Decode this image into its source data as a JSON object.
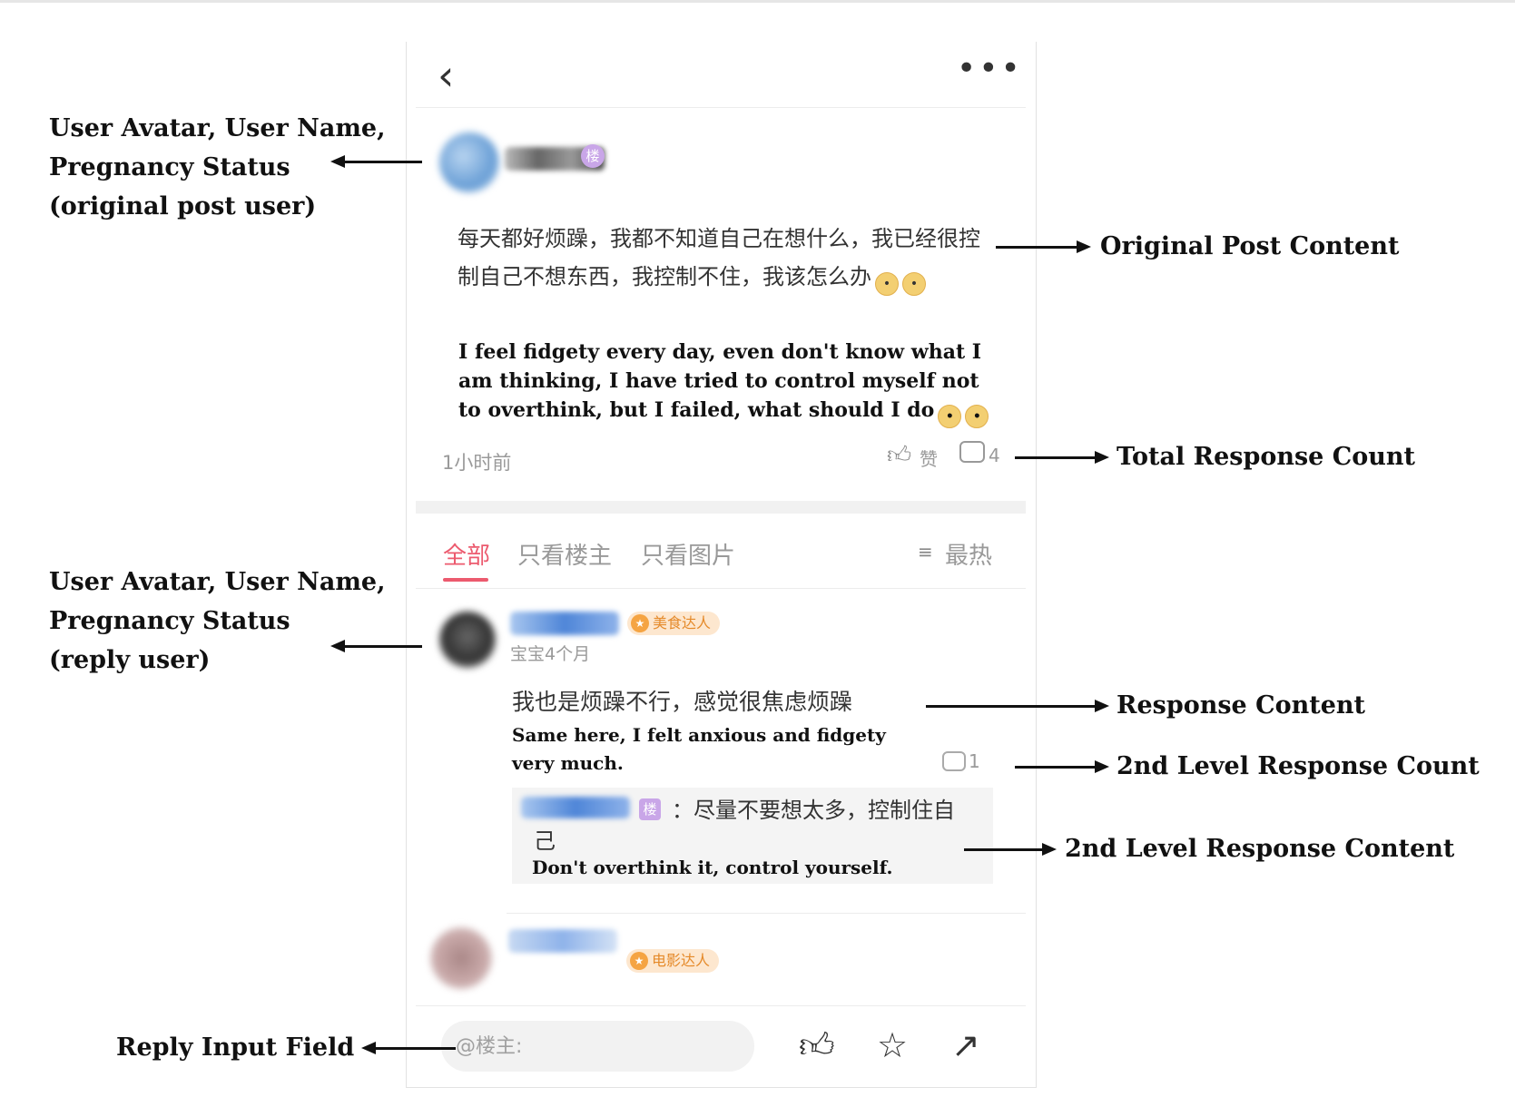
{
  "post": {
    "content_cn": "每天都好烦躁，我都不知道自己在想什么，我已经很控制自己不想东西，我控制不住，我该怎么办",
    "content_en": "I feel fidgety every day, even don't know what I am thinking, I have tried to control myself not to overthink, but I failed, what should I do",
    "op_badge": "楼",
    "time": "1小时前",
    "like_label": "赞",
    "comment_count": "4"
  },
  "tabs": [
    {
      "label": "全部",
      "active": true
    },
    {
      "label": "只看楼主",
      "active": false
    },
    {
      "label": "只看图片",
      "active": false
    }
  ],
  "sort_label": "最热",
  "reply": {
    "badge": "美食达人",
    "pregnancy_status": "宝宝4个月",
    "content_cn": "我也是烦躁不行，感觉很焦虑烦躁",
    "content_en": "Same here,  I felt anxious and fidgety very much.",
    "sub_count": "1",
    "sub_reply": {
      "badge": "楼",
      "content_cn": "：尽量不要想太多，控制住自己",
      "content_en": "Don't overthink it, control yourself."
    }
  },
  "reply2": {
    "badge": "电影达人"
  },
  "input": {
    "placeholder": "@楼主:"
  },
  "annotations": {
    "op_user": "User Avatar, User Name,\nPregnancy Status\n(original post user)",
    "original_post": "Original Post Content",
    "total_count": "Total Response Count",
    "reply_user": "User Avatar, User Name,\nPregnancy Status\n(reply user)",
    "response_content": "Response Content",
    "second_count": "2nd Level Response Count",
    "second_content": "2nd Level Response Content",
    "input_field": "Reply Input Field"
  },
  "colors": {
    "accent": "#ec5a6e",
    "badge_orange": "#e58a2a",
    "badge_purple": "#c9a6e8"
  },
  "icons": [
    "back-arrow-icon",
    "more-dots-icon",
    "like-icon",
    "comment-icon",
    "sort-icon",
    "star-icon",
    "share-icon"
  ]
}
